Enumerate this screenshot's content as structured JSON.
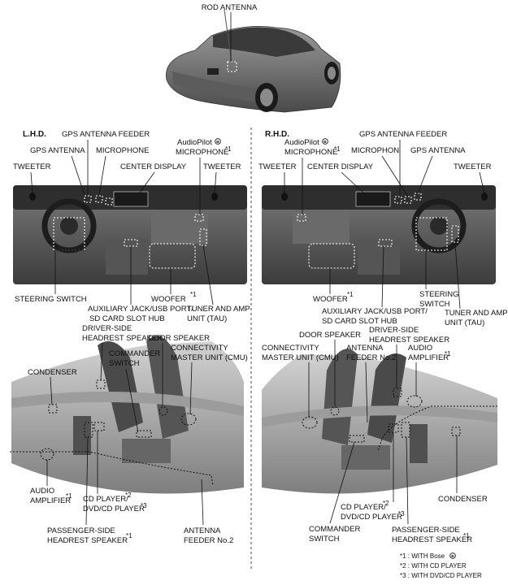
{
  "title": {
    "rod_antenna": "ROD ANTENNA"
  },
  "lhd": {
    "heading": "L.H.D.",
    "gps_antenna_feeder": "GPS ANTENNA FEEDER",
    "gps_antenna": "GPS ANTENNA",
    "microphone": "MICROPHONE",
    "audiopilot_1": "AudioPilot",
    "audiopilot_2": "MICROPHONE",
    "tweeter_left": "TWEETER",
    "center_display": "CENTER DISPLAY",
    "tweeter_right": "TWEETER",
    "steering_switch": "STEERING SWITCH",
    "woofer": "WOOFER",
    "aux_1": "AUXILIARY JACK/USB PORT/",
    "aux_2": "SD CARD SLOT HUB",
    "tuner_1": "TUNER AND AMP",
    "tuner_2": "UNIT (TAU)",
    "driver_hr_1": "DRIVER-SIDE",
    "driver_hr_2": "HEADREST SPEAKER",
    "door_speaker": "DOOR SPEAKER",
    "commander_1": "COMMANDER",
    "commander_2": "SWITCH",
    "cmu_1": "CONNECTIVITY",
    "cmu_2": "MASTER UNIT (CMU)",
    "condenser": "CONDENSER",
    "audio_amp_1": "AUDIO",
    "audio_amp_2": "AMPLIFIER",
    "cd_1": "CD PLAYER/",
    "cd_2": "DVD/CD PLAYER",
    "pass_hr_1": "PASSENGER-SIDE",
    "pass_hr_2": "HEADREST SPEAKER",
    "ant_feeder_1": "ANTENNA",
    "ant_feeder_2": "FEEDER No.2"
  },
  "rhd": {
    "heading": "R.H.D.",
    "audiopilot_1": "AudioPilot",
    "audiopilot_2": "MICROPHONE",
    "gps_antenna_feeder": "GPS ANTENNA FEEDER",
    "microphone": "MICROPHON",
    "gps_antenna": "GPS ANTENNA",
    "tweeter_left": "TWEETER",
    "center_display": "CENTER DISPLAY",
    "tweeter_right": "TWEETER",
    "woofer": "WOOFER",
    "steering_1": "STEERING",
    "steering_2": "SWITCH",
    "aux_1": "AUXILIARY JACK/USB PORT/",
    "aux_2": "SD CARD SLOT HUB",
    "tuner_1": "TUNER AND AMP",
    "tuner_2": "UNIT (TAU)",
    "door_speaker": "DOOR SPEAKER",
    "driver_hr_1": "DRIVER-SIDE",
    "driver_hr_2": "HEADREST SPEAKER",
    "cmu_1": "CONNECTIVITY",
    "cmu_2": "MASTER UNIT (CMU)",
    "ant_feeder_1": "ANTENNA",
    "ant_feeder_2": "FEEDER No.2",
    "audio_amp_1": "AUDIO",
    "audio_amp_2": "AMPLIFIER",
    "condenser": "CONDENSER",
    "cd_1": "CD PLAYER/",
    "cd_2": "DVD/CD PLAYER",
    "commander_1": "COMMANDER",
    "commander_2": "SWITCH",
    "pass_hr_1": "PASSENGER-SIDE",
    "pass_hr_2": "HEADREST SPEAKER"
  },
  "marks": {
    "m1": "*1",
    "m2": "*2",
    "m3": "*3",
    "bose_icon": "bose-logo-icon"
  },
  "notes": {
    "n1": "*1 : WITH Bose",
    "n2": "*2 : WITH CD PLAYER",
    "n3": "*3 : WITH DVD/CD PLAYER"
  }
}
